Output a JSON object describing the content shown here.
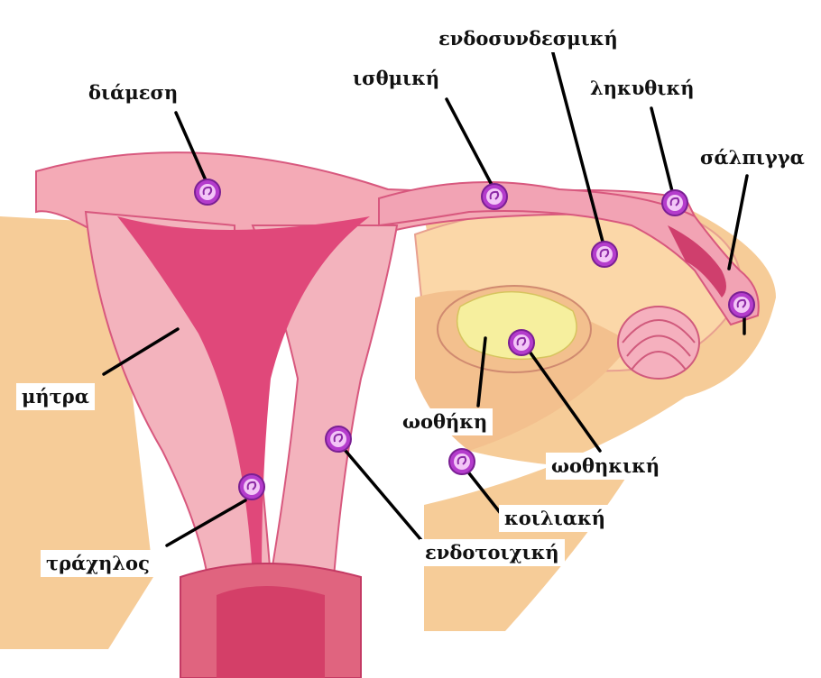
{
  "colors": {
    "background": "#ffffff",
    "tissue_orange": "#f6cc98",
    "tissue_light": "#fbe3c6",
    "uterus_pink": "#f3a9b3",
    "uterus_dark": "#e0487a",
    "ovary_yellow": "#f6ef9e",
    "implant_purple": "#b43ccc",
    "leader_line": "#000000"
  },
  "labels": {
    "diamesi": "διάμεση",
    "isthmiki": "ισθμική",
    "endosyndesmiki": "ενδοσυνδεσμική",
    "lykythiki": "ληκυθική",
    "salpigga": "σάλπιγγα",
    "mitra": "μήτρα",
    "oothiki": "ωοθήκη",
    "oothikiki": "ωοθηκική",
    "koiliaki": "κοιλιακή",
    "trachilos": "τράχηλος",
    "endotoixiki": "ενδοτοιχική"
  }
}
